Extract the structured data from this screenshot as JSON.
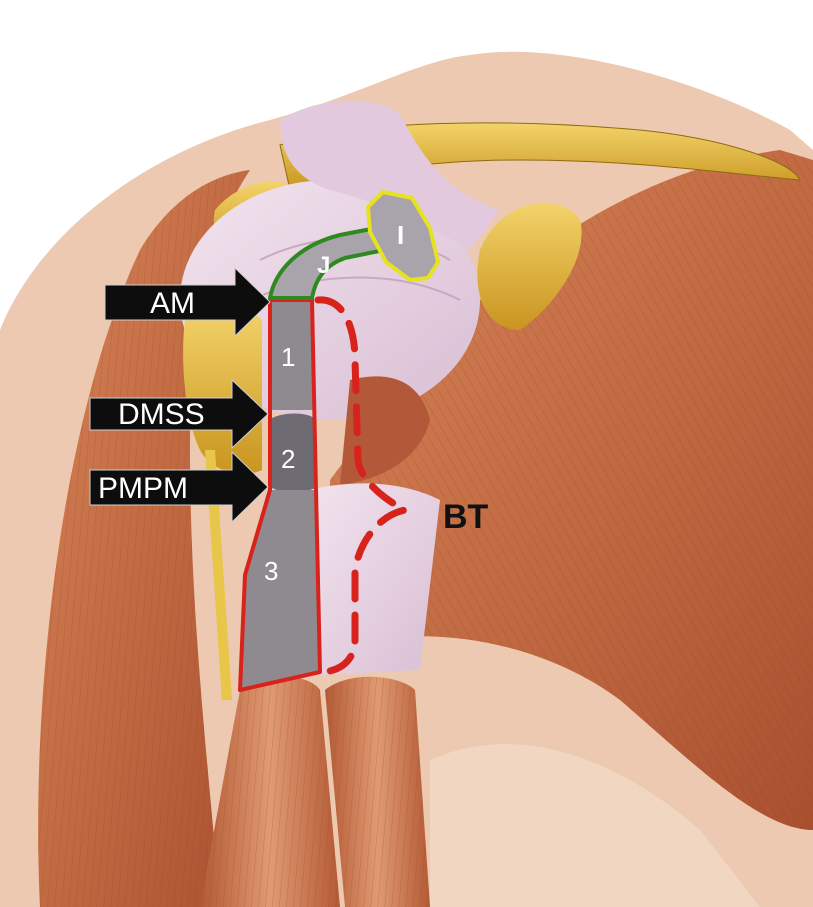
{
  "figure": {
    "type": "anatomical-illustration",
    "subject": "Anterior shoulder with biceps tendon zones"
  },
  "arrows": [
    {
      "id": "am",
      "label": "AM"
    },
    {
      "id": "dmss",
      "label": "DMSS"
    },
    {
      "id": "pmpm",
      "label": "PMPM"
    }
  ],
  "zones": [
    {
      "id": "zone-1",
      "label": "1"
    },
    {
      "id": "zone-2",
      "label": "2"
    },
    {
      "id": "zone-3",
      "label": "3"
    }
  ],
  "regions": [
    {
      "id": "region-i",
      "label": "I",
      "outline_color": "#e6e21e"
    },
    {
      "id": "region-j",
      "label": "J",
      "outline_color": "#2e8a1e"
    }
  ],
  "annotations": {
    "bt_label": "BT",
    "bt_outline_color": "#d8231c",
    "zone_outline_color": "#d8231c"
  },
  "colors": {
    "skin": "#ecc9b0",
    "muscle": "#c8734a",
    "muscle_dark": "#9e4a2a",
    "tendon": "#e9d3e3",
    "bone": "#e0b73a",
    "zone_fill": "#8e8a90",
    "arrow": "#0d0d0d"
  }
}
